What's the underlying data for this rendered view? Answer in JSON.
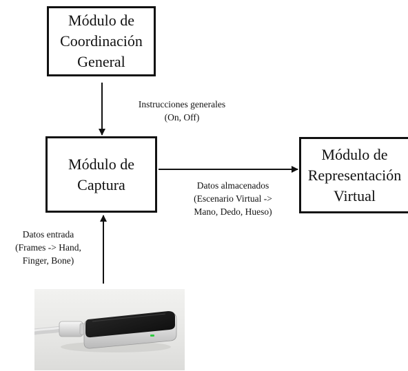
{
  "nodes": {
    "coordinacion": {
      "title": "Módulo de\nCoordinación\nGeneral"
    },
    "captura": {
      "title": "Módulo de\nCaptura"
    },
    "representacion": {
      "title": "Módulo de\nRepresentación\nVirtual"
    }
  },
  "edges": {
    "instrucciones": {
      "label": "Instrucciones generales\n(On, Off)"
    },
    "datos_almacenados": {
      "label": "Datos almacenados\n(Escenario Virtual ->\nMano, Dedo, Hueso)"
    },
    "datos_entrada": {
      "label": "Datos entrada\n(Frames -> Hand,\nFinger, Bone)"
    }
  },
  "device_image": {
    "icon": "leap-motion-device-icon"
  },
  "colors": {
    "line": "#111111",
    "box_border": "#111111",
    "background": "#ffffff"
  }
}
